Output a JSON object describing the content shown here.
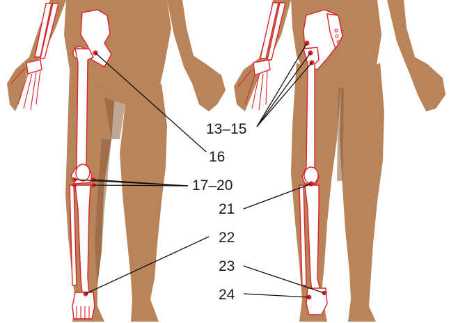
{
  "labels": {
    "l13_15": "13–15",
    "l16": "16",
    "l17_20": "17–20",
    "l21": "21",
    "l22": "22",
    "l23": "23",
    "l24": "24"
  },
  "colors": {
    "skin": "#b9845a",
    "bone_outline": "#d9242a",
    "marker": "#d9242a",
    "leader": "#111111"
  }
}
